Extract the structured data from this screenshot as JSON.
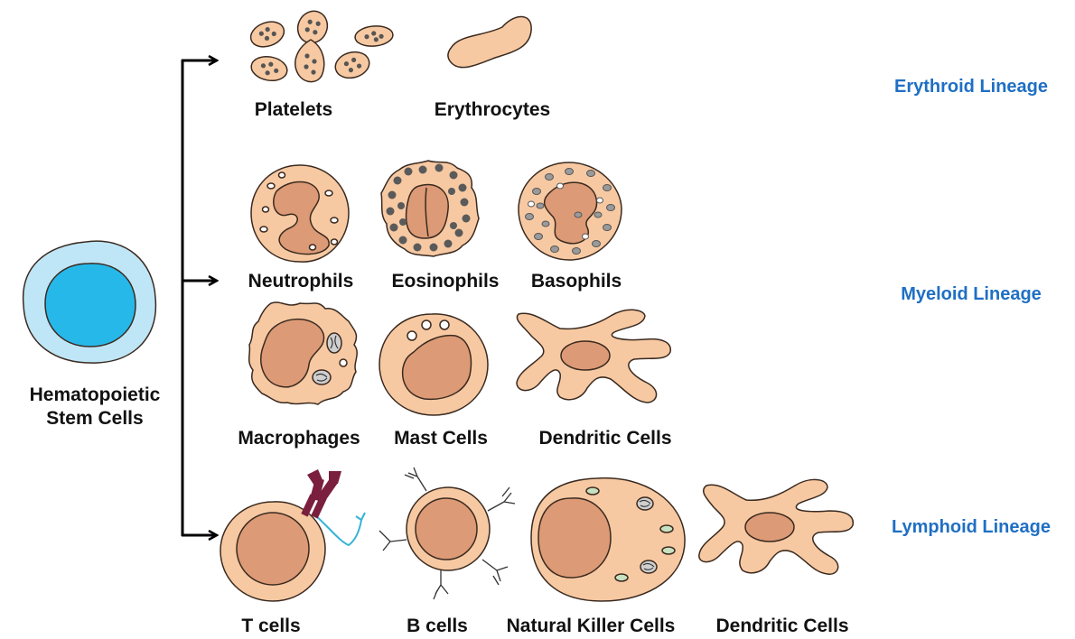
{
  "stem": {
    "label_line1": "Hematopoietic",
    "label_line2": "Stem Cells"
  },
  "lineages": {
    "erythroid": "Erythroid Lineage",
    "myeloid": "Myeloid Lineage",
    "lymphoid": "Lymphoid Lineage"
  },
  "cells": {
    "platelets": "Platelets",
    "erythrocytes": "Erythrocytes",
    "neutrophils": "Neutrophils",
    "eosinophils": "Eosinophils",
    "basophils": "Basophils",
    "macrophages": "Macrophages",
    "mast_cells": "Mast Cells",
    "dendritic_myeloid": "Dendritic Cells",
    "t_cells": "T cells",
    "b_cells": "B cells",
    "nk_cells": "Natural Killer Cells",
    "dendritic_lymphoid": "Dendritic Cells"
  },
  "colors": {
    "cytoplasm": "#f7c9a2",
    "nucleus": "#dc9a76",
    "outline": "#3a2a20",
    "stem_outer": "#bfe6f7",
    "stem_inner": "#27b8ea",
    "lineage_text": "#1f6fc4",
    "granule_dark": "#5a5a5a",
    "tcr": "#7a1f3d",
    "cd_receptor": "#35b3d6"
  }
}
